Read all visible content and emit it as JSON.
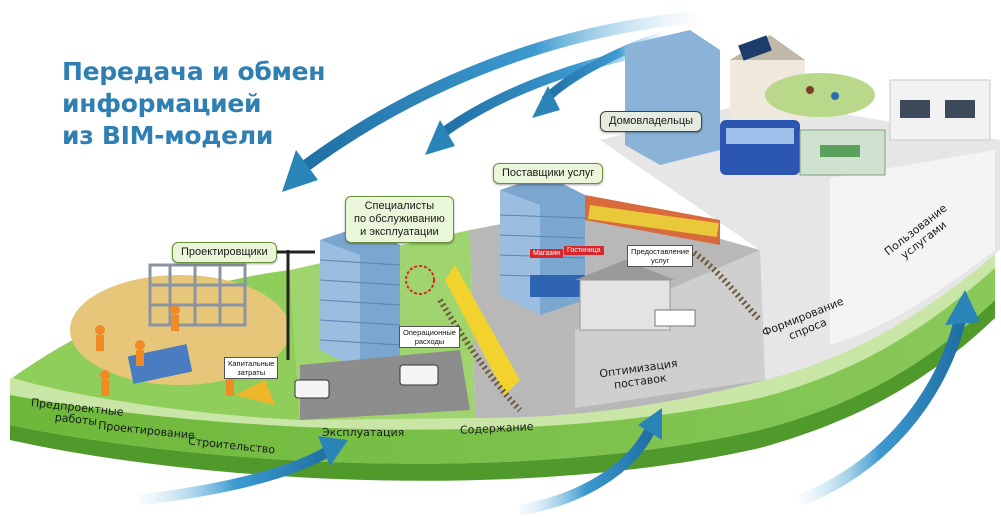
{
  "headline": {
    "line1": "Передача и обмен",
    "line2": "информацией",
    "line3": "из BIM-модели"
  },
  "callouts": {
    "designers": "Проектировщики",
    "maintenance_line1": "Специалисты",
    "maintenance_line2": "по обслуживанию",
    "maintenance_line3": "и эксплуатации",
    "providers": "Поставщики услуг",
    "homeowners": "Домовладельцы"
  },
  "signs": {
    "capital_line1": "Капитальные",
    "capital_line2": "затраты",
    "operating_line1": "Операционные",
    "operating_line2": "расходы",
    "service_line1": "Предоставление",
    "service_line2": "услуг",
    "shop": "Магазин",
    "hotel": "Гостиница"
  },
  "stages": {
    "predesign_line1": "Предпроектные",
    "predesign_line2": "работы",
    "design": "Проектирование",
    "construction": "Строительство",
    "operation": "Эксплуатация",
    "maintenance": "Содержание",
    "optimization_line1": "Оптимизация",
    "optimization_line2": "поставок",
    "demand_line1": "Формирование",
    "demand_line2": "спроса",
    "usage_line1": "Пользование",
    "usage_line2": "услугами"
  },
  "colors": {
    "headline": "#2f7fb3",
    "arrow": "#2a84b8",
    "band_green": "#7cc143",
    "band_light": "#c9e6a6",
    "ground_green": "#8fce5a"
  }
}
